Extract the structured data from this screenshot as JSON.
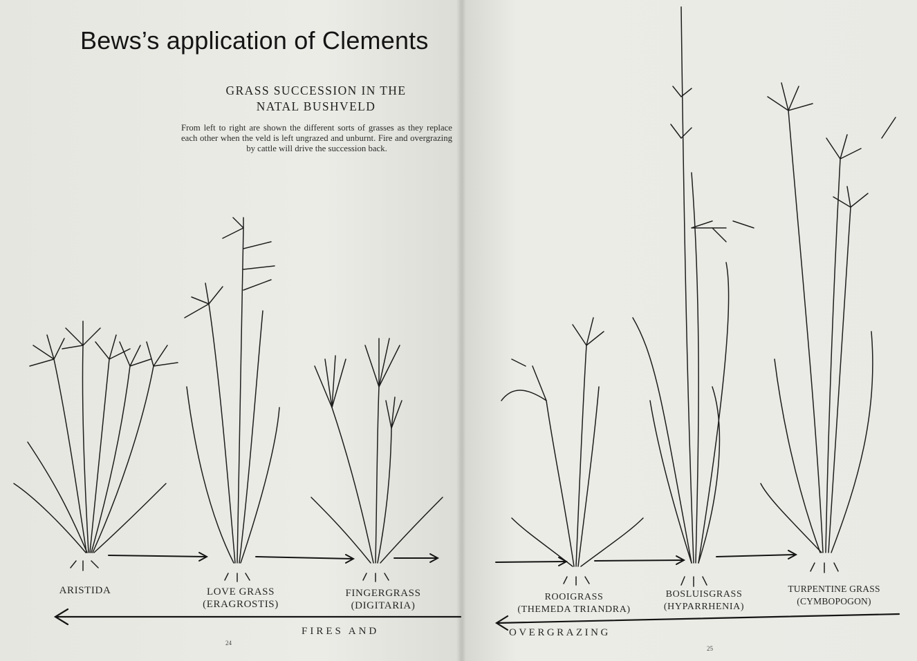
{
  "slide": {
    "title": "Bews’s application of Clements"
  },
  "book": {
    "heading_line1": "GRASS SUCCESSION IN THE",
    "heading_line2": "NATAL BUSHVELD",
    "caption": "From left to right are shown the different sorts of grasses as they replace each other when the veld is left ungrazed and unburnt. Fire and overgrazing by cattle will drive the succession back.",
    "page_left": "24",
    "page_right": "25"
  },
  "grasses": [
    {
      "name": "ARISTIDA",
      "sub": ""
    },
    {
      "name": "LOVE GRASS",
      "sub": "(ERAGROSTIS)"
    },
    {
      "name": "FINGERGRASS",
      "sub": "(DIGITARIA)"
    },
    {
      "name": "ROOIGRASS",
      "sub": "(THEMEDA TRIANDRA)"
    },
    {
      "name": "BOSLUISGRASS",
      "sub": "(HYPARRHENIA)"
    },
    {
      "name": "TURPENTINE GRASS",
      "sub": "(CYMBOPOGON)"
    }
  ],
  "reverse_arrow": {
    "left_text": "FIRES  AND",
    "right_text": "OVERGRAZING"
  }
}
